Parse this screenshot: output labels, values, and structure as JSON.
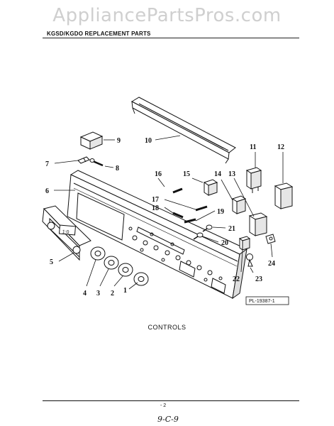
{
  "watermark": "AppliancePartsPros.com",
  "header": "KGSD/KGDO REPLACEMENT PARTS",
  "caption": "CONTROLS",
  "ref_code": "PL-19387-1",
  "page_number": "- 2",
  "handwritten_note": "9-C-9",
  "callouts": {
    "c1": "1",
    "c2": "2",
    "c3": "3",
    "c4": "4",
    "c5": "5",
    "c6": "6",
    "c7": "7",
    "c8": "8",
    "c9": "9",
    "c10": "10",
    "c11": "11",
    "c12": "12",
    "c13": "13",
    "c14": "14",
    "c15": "15",
    "c16": "16",
    "c17": "17",
    "c18": "18",
    "c19": "19",
    "c20": "20",
    "c21": "21",
    "c22": "22",
    "c23": "23",
    "c24": "24"
  },
  "display_text": "1:0"
}
